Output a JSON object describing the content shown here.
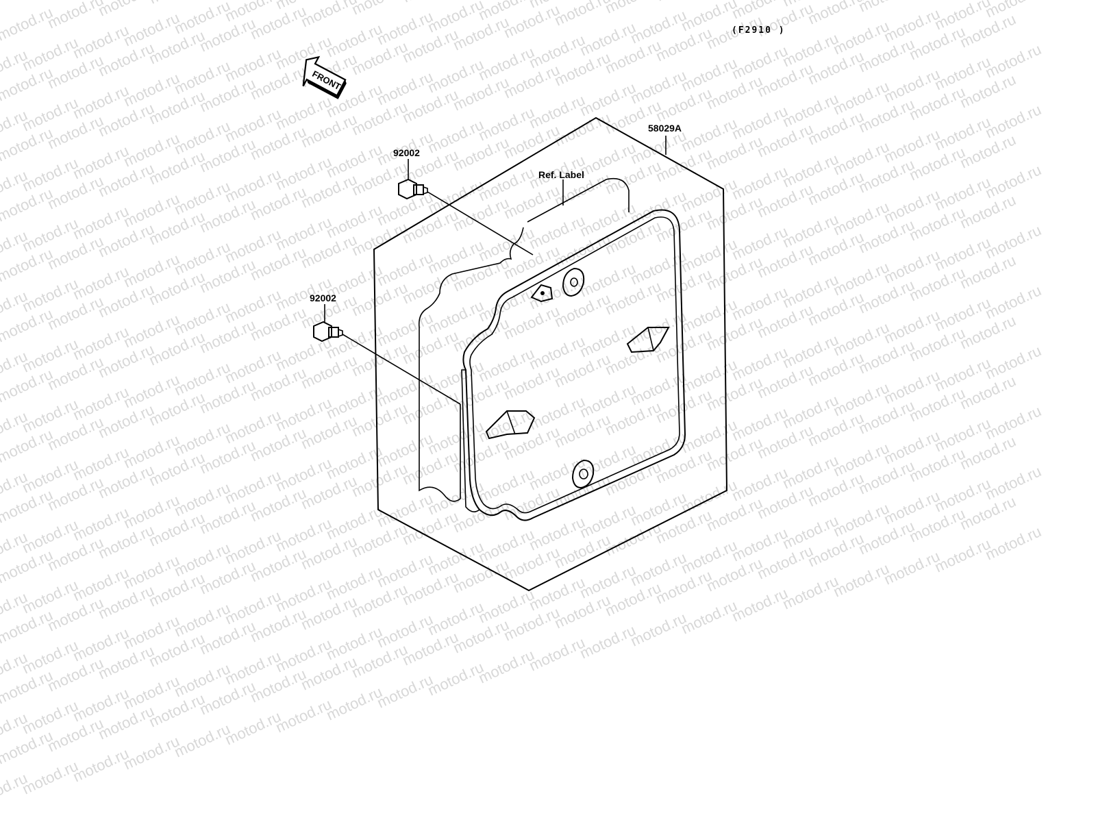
{
  "figure_code": "(F2910 )",
  "front_arrow": {
    "label": "FRONT"
  },
  "callouts": {
    "kit_part": "58029A",
    "ref_label": "Ref. Label",
    "bolt_upper": "92002",
    "bolt_lower": "92002"
  },
  "watermark": {
    "text": "motod.ru",
    "color": "#d8d8d8"
  }
}
